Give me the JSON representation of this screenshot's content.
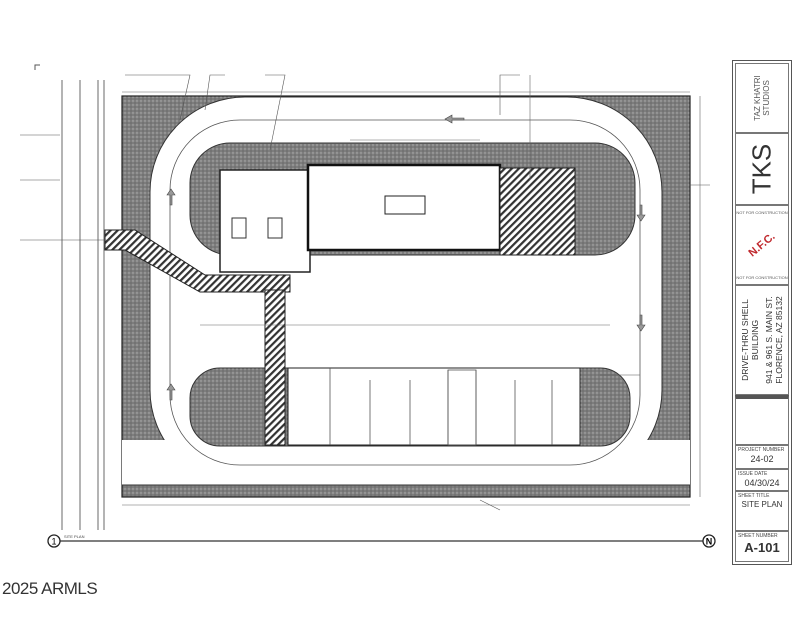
{
  "footer": {
    "copyright": "2025 ARMLS"
  },
  "title_block": {
    "firm_name": "TAZ KHATRI STUDIOS",
    "logo_text": "TKS",
    "stamp_note_top": "NOT FOR CONSTRUCTION",
    "stamp": "N.F.C.",
    "stamp_note_bottom": "NOT FOR CONSTRUCTION",
    "project_title_line1": "DRIVE-THRU SHELL",
    "project_title_line2": "BUILDING",
    "project_address_line1": "941 & 961 S. MAIN ST.",
    "project_address_line2": "FLORENCE, AZ 85132",
    "project_number_label": "PROJECT NUMBER",
    "project_number": "24-02",
    "issue_date_label": "ISSUE DATE",
    "issue_date": "04/30/24",
    "sheet_title_label": "SHEET TITLE",
    "sheet_title": "SITE PLAN",
    "sheet_number_label": "SHEET NUMBER",
    "sheet_number": "A-101"
  },
  "drawing": {
    "detail_number": "1",
    "detail_title": "SITE PLAN",
    "north_marker": "N",
    "colors": {
      "gravel": "#8a8a8a",
      "line": "#333333",
      "stamp": "#c0282d"
    }
  }
}
